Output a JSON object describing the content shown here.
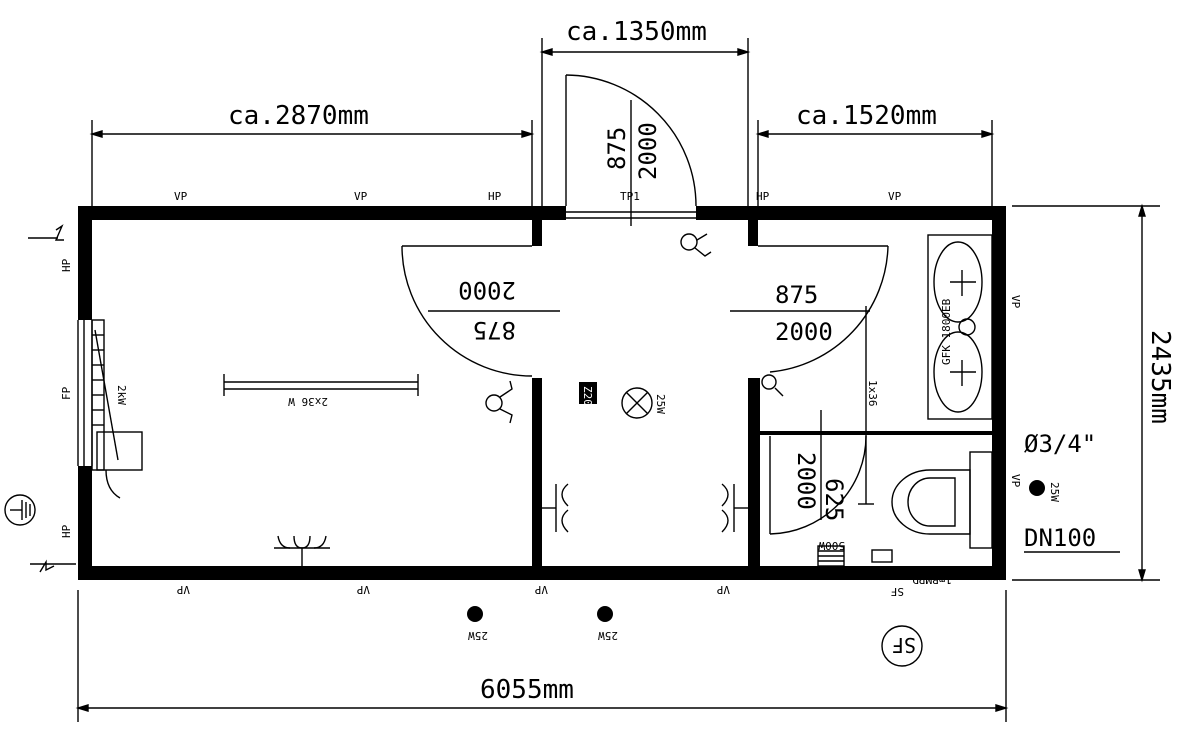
{
  "dimensions": {
    "left_width": "ca.2870mm",
    "entrance_width": "ca.1350mm",
    "right_width": "ca.1520mm",
    "total_length": "6055mm",
    "total_depth": "2435mm",
    "water_pipe": "Ø3/4\"",
    "drain": "DN100"
  },
  "doors": {
    "entrance": {
      "width": "875",
      "height": "2000",
      "label": "TP1"
    },
    "room_door": {
      "width": "875",
      "height": "2000"
    },
    "washroom_door": {
      "width": "875",
      "height": "2000"
    },
    "wc_door": {
      "width": "625",
      "height": "2000"
    }
  },
  "labels": {
    "vp": "VP",
    "hp": "HP",
    "fp": "FP",
    "sf": "SF",
    "heater": "2kW",
    "room_light": "2x36 W",
    "wash_light": "1x36",
    "hall_light": "25W",
    "fuse_box": "Z20",
    "outside_light": "25W",
    "boiler": "500W",
    "shower_tray": "GFK 1800EB",
    "vent": "1mBMPD"
  }
}
